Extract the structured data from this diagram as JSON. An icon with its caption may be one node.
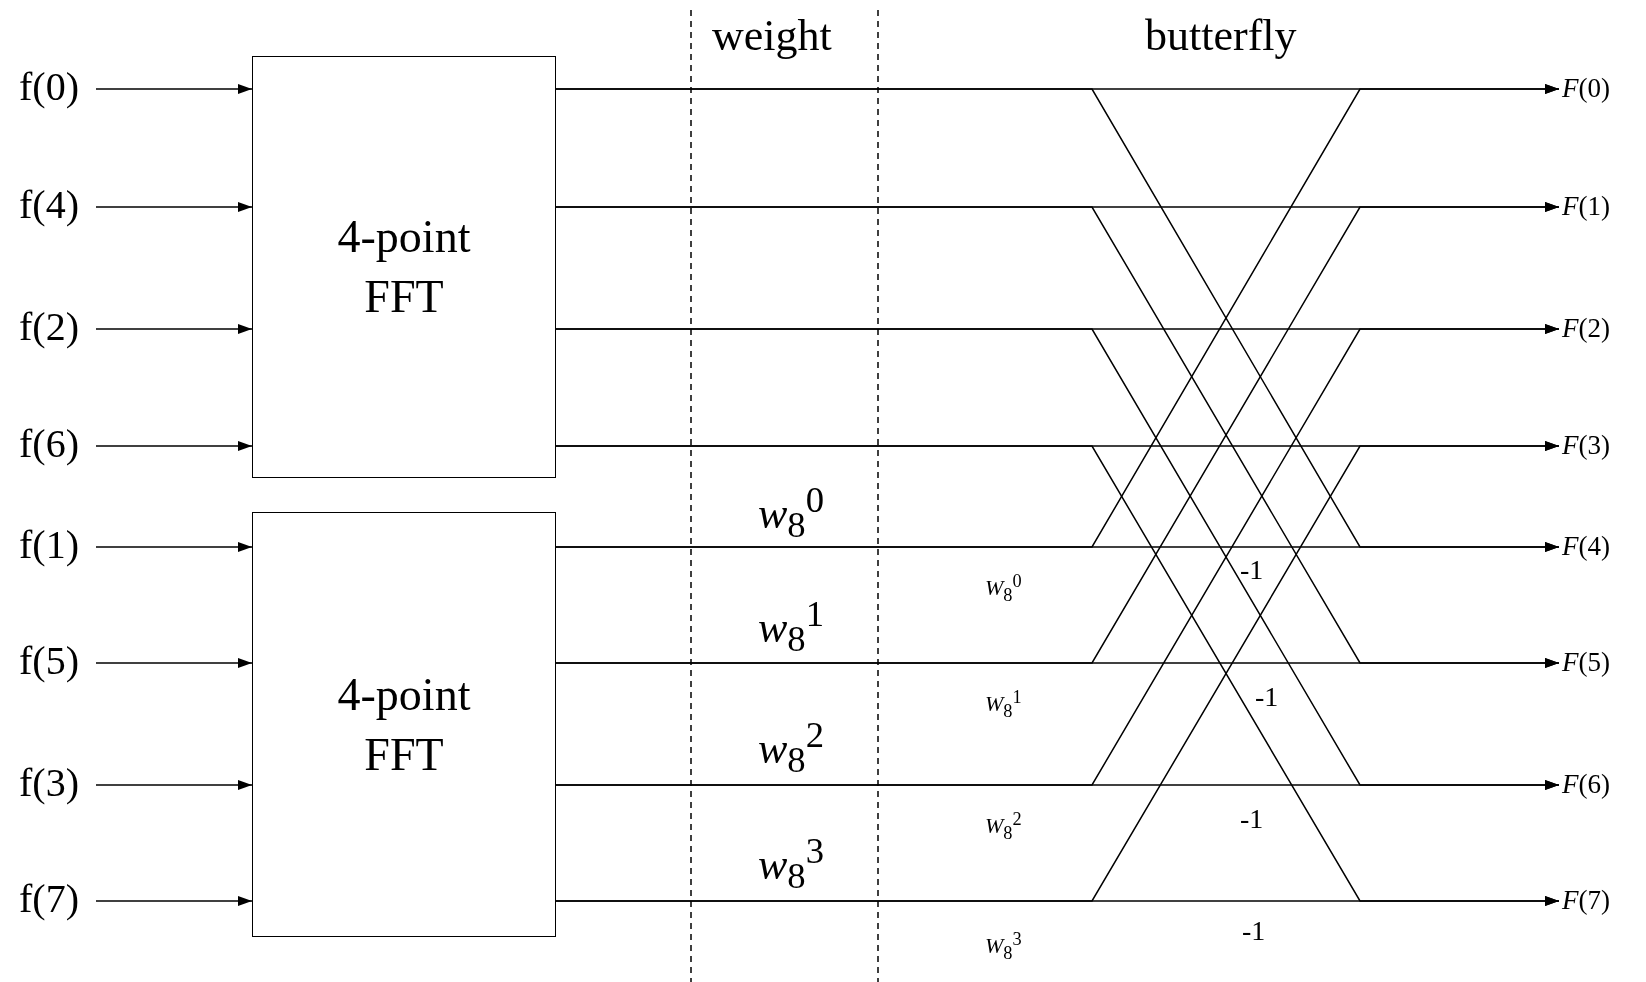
{
  "diagram": {
    "nodes": [
      {
        "text": [
          "f(0)"
        ]
      },
      {
        "text": [
          "f(4)"
        ]
      },
      {
        "text": [
          "f(2)"
        ]
      },
      {
        "text": [
          "f(6)"
        ]
      },
      {
        "text": [
          "f(1)"
        ]
      },
      {
        "text": [
          "f(5)"
        ]
      },
      {
        "text": [
          "f(3)"
        ]
      },
      {
        "text": [
          "f(7)"
        ]
      },
      {
        "text": [
          "4-point FFT"
        ]
      },
      {
        "text": [
          "4-point FFT"
        ]
      },
      {
        "text": [
          "*F*(0)"
        ]
      },
      {
        "text": [
          "*F*(1)"
        ]
      },
      {
        "text": [
          "*F*(2)"
        ]
      },
      {
        "text": [
          "*F*(3)"
        ]
      },
      {
        "text": [
          "*F*(4)"
        ]
      },
      {
        "text": [
          "*F*(5)"
        ]
      },
      {
        "text": [
          "*F*(6)"
        ]
      },
      {
        "text": [
          "*F*(7)"
        ]
      }
    ],
    "edges": [
      {
        "from": 0,
        "to": 8,
        "arrow": "to"
      },
      {
        "from": 1,
        "to": 8,
        "arrow": "to"
      },
      {
        "from": 2,
        "to": 8,
        "arrow": "to"
      },
      {
        "from": 3,
        "to": 8,
        "arrow": "to"
      },
      {
        "from": 4,
        "to": 9,
        "arrow": "to"
      },
      {
        "from": 5,
        "to": 9,
        "arrow": "to"
      },
      {
        "from": 6,
        "to": 9,
        "arrow": "to"
      },
      {
        "from": 7,
        "to": 9,
        "arrow": "to"
      },
      {
        "from": 8,
        "to": 10,
        "arrow": "to"
      },
      {
        "from": 8,
        "to": 11,
        "arrow": "to"
      },
      {
        "from": 8,
        "to": 12,
        "arrow": "to"
      },
      {
        "from": 8,
        "to": 13,
        "arrow": "to"
      },
      {
        "from": 8,
        "to": 14,
        "arrow": "to"
      },
      {
        "from": 8,
        "to": 15,
        "arrow": "to"
      },
      {
        "from": 8,
        "to": 16,
        "arrow": "to"
      },
      {
        "from": 8,
        "to": 17,
        "arrow": "to"
      },
      {
        "from": 9,
        "to": 14,
        "arrow": "to"
      },
      {
        "from": 9,
        "to": 15,
        "arrow": "to"
      },
      {
        "from": 9,
        "to": 16,
        "arrow": "to"
      },
      {
        "from": 9,
        "to": 17,
        "arrow": "to"
      },
      {
        "from": 9,
        "to": 10,
        "arrow": "to"
      },
      {
        "from": 9,
        "to": 11,
        "arrow": "to"
      },
      {
        "from": 9,
        "to": 12,
        "arrow": "to"
      },
      {
        "from": 9,
        "to": 13,
        "arrow": "to"
      }
    ],
    "labels": [
      "weight",
      "butterfly",
      "w$_{8}$$^{0}$",
      "w$_{8}$$^{1}$",
      "w$_{8}$$^{2}$",
      "w$_{8}$$^{3}$",
      "W$_{8}$$^{0}$",
      "W$_{8}$$^{1}$",
      "W$_{8}$$^{2}$",
      "W$_{8}$$^{3}$",
      "-1",
      "-1",
      "-1",
      "-1"
    ]
  }
}
